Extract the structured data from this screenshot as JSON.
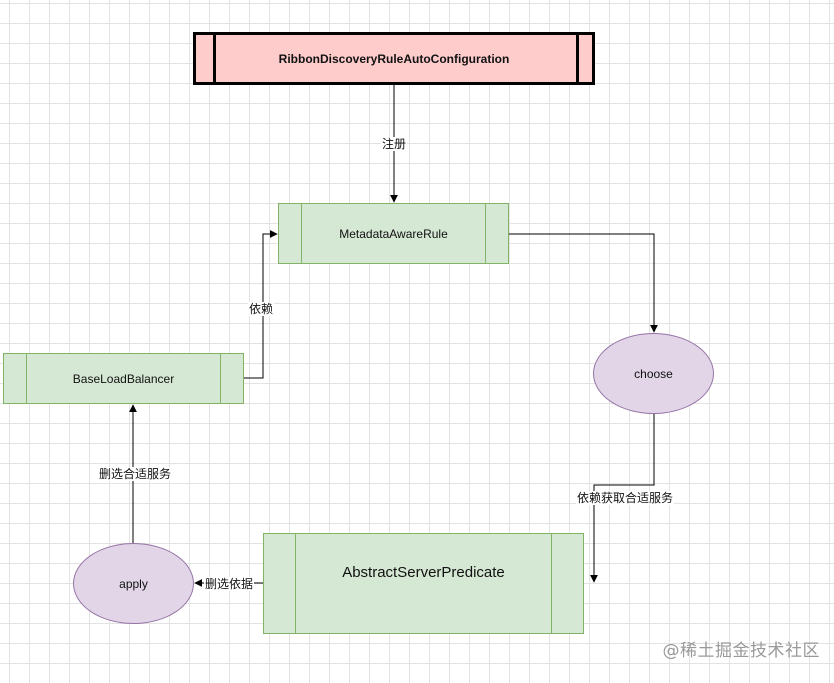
{
  "nodes": {
    "ribbon_config": "RibbonDiscoveryRuleAutoConfiguration",
    "metadata_rule": "MetadataAwareRule",
    "base_load_balancer": "BaseLoadBalancer",
    "choose": "choose",
    "abstract_predicate": "AbstractServerPredicate",
    "apply": "apply"
  },
  "edges": {
    "register": "注册",
    "depend": "依赖",
    "depend_get_service": "依赖获取合适服务",
    "filter_basis": "删选依据",
    "filter_service": "删选合适服务"
  },
  "colors": {
    "green_fill": "#d5e8d4",
    "green_stroke": "#82b366",
    "red_fill": "#ffcccc",
    "purple_fill": "#e1d5e7",
    "purple_stroke": "#9673a6"
  },
  "watermark": "@稀土掘金技术社区"
}
